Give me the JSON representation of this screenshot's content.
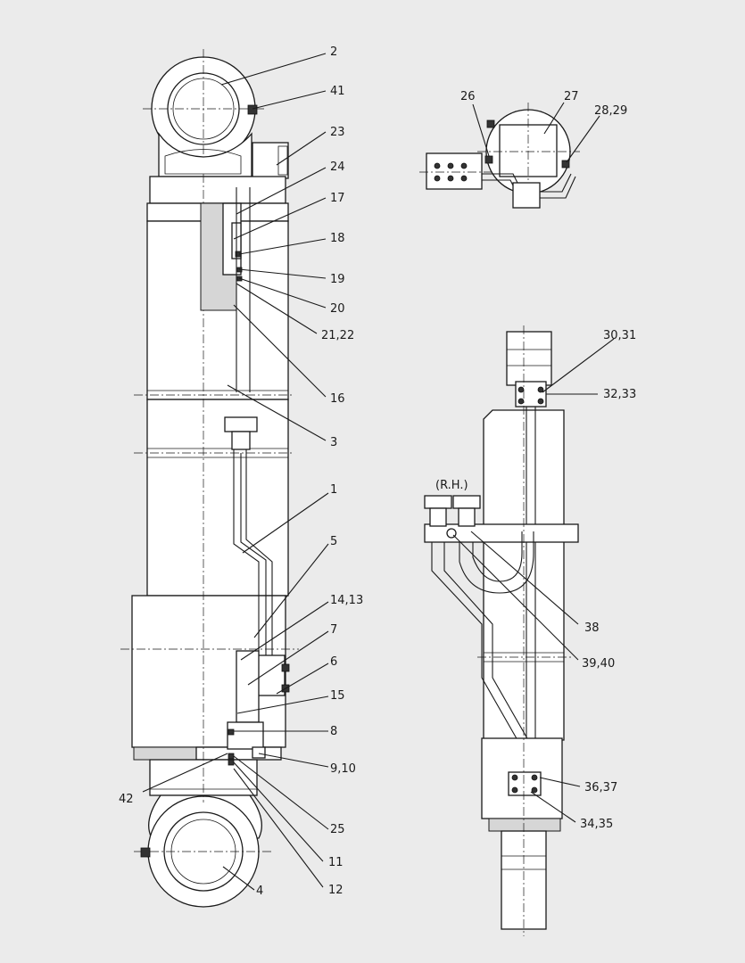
{
  "diagram": {
    "callouts": [
      {
        "id": "c2",
        "text": "2"
      },
      {
        "id": "c41",
        "text": "41"
      },
      {
        "id": "c23",
        "text": "23"
      },
      {
        "id": "c24",
        "text": "24"
      },
      {
        "id": "c17",
        "text": "17"
      },
      {
        "id": "c18",
        "text": "18"
      },
      {
        "id": "c19",
        "text": "19"
      },
      {
        "id": "c20",
        "text": "20"
      },
      {
        "id": "c2122",
        "text": "21,22"
      },
      {
        "id": "c16",
        "text": "16"
      },
      {
        "id": "c3",
        "text": "3"
      },
      {
        "id": "c1",
        "text": "1"
      },
      {
        "id": "c5",
        "text": "5"
      },
      {
        "id": "c1413",
        "text": "14,13"
      },
      {
        "id": "c7",
        "text": "7"
      },
      {
        "id": "c6",
        "text": "6"
      },
      {
        "id": "c15",
        "text": "15"
      },
      {
        "id": "c8",
        "text": "8"
      },
      {
        "id": "c910",
        "text": "9,10"
      },
      {
        "id": "c42",
        "text": "42"
      },
      {
        "id": "c25",
        "text": "25"
      },
      {
        "id": "c11",
        "text": "11"
      },
      {
        "id": "c12",
        "text": "12"
      },
      {
        "id": "c4",
        "text": "4"
      },
      {
        "id": "c26",
        "text": "26"
      },
      {
        "id": "c27",
        "text": "27"
      },
      {
        "id": "c2829",
        "text": "28,29"
      },
      {
        "id": "c3031",
        "text": "30,31"
      },
      {
        "id": "c3233",
        "text": "32,33"
      },
      {
        "id": "c38",
        "text": "38"
      },
      {
        "id": "c3940",
        "text": "39,40"
      },
      {
        "id": "c3637",
        "text": "36,37"
      },
      {
        "id": "c3435",
        "text": "34,35"
      }
    ],
    "side_label": "(R.H.)"
  }
}
